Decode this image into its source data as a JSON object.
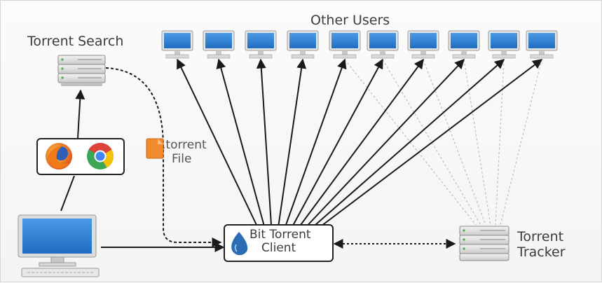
{
  "labels": {
    "other_users": "Other Users",
    "torrent_search": "Torrent Search",
    "torrent_tracker_line1": "Torrent",
    "torrent_tracker_line2": "Tracker",
    "client_line1": "Bit Torrent",
    "client_line2": "Client",
    "torrent_file_line1": ".torrent",
    "torrent_file_line2": "File"
  },
  "icons": {
    "user_monitors": "monitor-icon",
    "search_server": "server-icon",
    "tracker_server": "server-icon",
    "browser_1": "firefox-icon",
    "browser_2": "chrome-icon",
    "local_computer": "desktop-computer-icon",
    "client": "water-drop-icon",
    "file": "torrent-file-icon"
  },
  "colors": {
    "monitor_screen": "#2f7fd1",
    "solid_arrow": "#1a1a1a",
    "tracker_link": "#bdbdbd",
    "text": "#3c3c3c"
  }
}
